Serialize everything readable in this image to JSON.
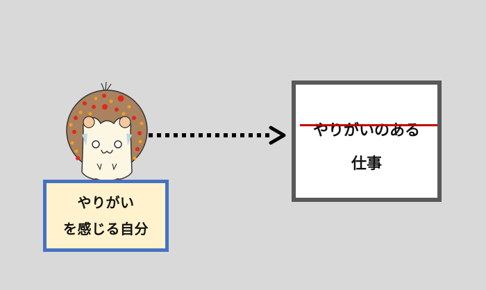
{
  "left_box": {
    "line1": "やりがい",
    "line2": "を感じる自分",
    "border_color": "#4472c4",
    "fill_color": "#fff2cc"
  },
  "right_box": {
    "struck_text": "やりがいのある",
    "text": "仕事",
    "border_color": "#595959",
    "strike_color": "#c00000"
  },
  "arrow": {
    "style": "dotted",
    "direction": "right"
  },
  "character": {
    "name": "hedgehog"
  },
  "background_color": "#d9d9d9"
}
